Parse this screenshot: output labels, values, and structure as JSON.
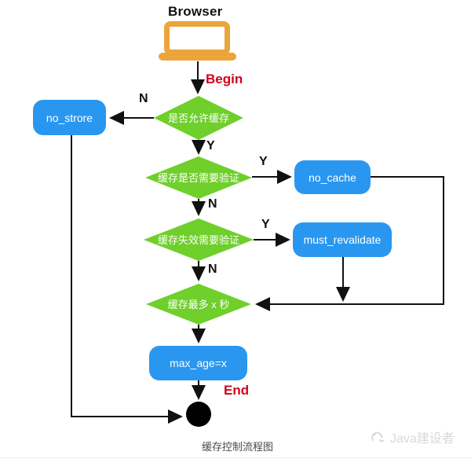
{
  "header": {
    "title": "Browser"
  },
  "flow": {
    "begin_label": "Begin",
    "end_label": "End",
    "yes": "Y",
    "no": "N",
    "decision_allow_cache": "是否允许缓存",
    "decision_need_validation": "缓存是否需要验证",
    "decision_expire_validation": "缓存失效需要验证",
    "decision_max_seconds": "缓存最多 x 秒",
    "action_no_store": "no_strore",
    "action_no_cache": "no_cache",
    "action_must_revalidate": "must_revalidate",
    "action_max_age": "max_age=x"
  },
  "footer": {
    "caption": "缓存控制流程图",
    "watermark": "Java建设者"
  },
  "colors": {
    "diamond_green": "#6FCF2B",
    "action_blue": "#2997F0",
    "laptop_orange": "#EBA53B",
    "marker_red": "#D0021B",
    "line_black": "#111111"
  }
}
